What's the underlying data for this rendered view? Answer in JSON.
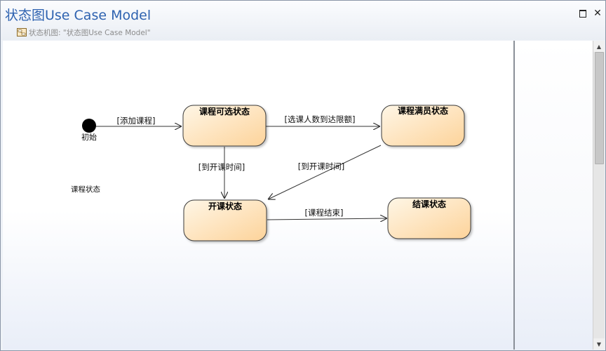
{
  "window": {
    "title": "状态图Use Case Model",
    "subtitle": "状态机图: \"状态图Use Case Model\"",
    "restore_icon": "restore-icon",
    "close_icon": "close-icon",
    "close_glyph": "✕"
  },
  "diagram": {
    "note": "课程状态",
    "initial_label": "初始",
    "states": {
      "selectable": "课程可选状态",
      "full": "课程满员状态",
      "started": "开课状态",
      "finished": "结课状态"
    },
    "transitions": {
      "add_course": "[添加课程]",
      "reach_limit": "[选课人数到达限额]",
      "time_from_selectable": "[到开课时间]",
      "time_from_full": "[到开课时间]",
      "course_end": "[课程结束]"
    },
    "colors": {
      "state_fill_top": "#fef6e6",
      "state_fill_bottom": "#fdd9a0",
      "state_stroke": "#3a3a3a",
      "arrow": "#333333",
      "title": "#2e62b0"
    }
  },
  "scrollbar": {
    "up_icon": "scroll-up-arrow-icon",
    "down_icon": "scroll-down-arrow-icon",
    "up_glyph": "▲",
    "down_glyph": "▼"
  }
}
